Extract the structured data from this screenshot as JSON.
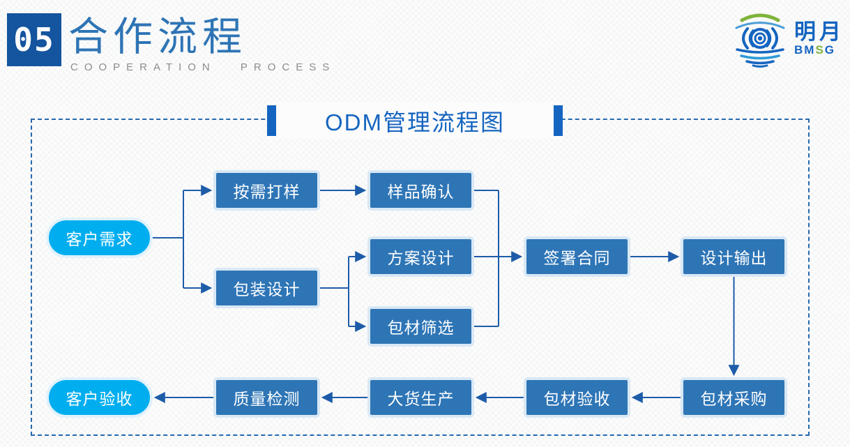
{
  "header": {
    "section_number": "05",
    "title": "合作流程",
    "subtitle": "COOPERATION PROCESS"
  },
  "logo": {
    "name": "明月",
    "abbr_bm": "BM",
    "abbr_s": "S",
    "abbr_g": "G"
  },
  "diagram": {
    "title": "ODM管理流程图",
    "nodes": [
      {
        "id": "customer-demand",
        "label": "客户需求",
        "shape": "pill"
      },
      {
        "id": "sample-on-demand",
        "label": "按需打样",
        "shape": "rect"
      },
      {
        "id": "sample-confirmation",
        "label": "样品确认",
        "shape": "rect"
      },
      {
        "id": "packaging-design",
        "label": "包装设计",
        "shape": "rect"
      },
      {
        "id": "scheme-design",
        "label": "方案设计",
        "shape": "rect"
      },
      {
        "id": "material-screening",
        "label": "包材筛选",
        "shape": "rect"
      },
      {
        "id": "contract-signing",
        "label": "签署合同",
        "shape": "rect"
      },
      {
        "id": "design-output",
        "label": "设计输出",
        "shape": "rect"
      },
      {
        "id": "material-purchasing",
        "label": "包材采购",
        "shape": "rect"
      },
      {
        "id": "material-acceptance",
        "label": "包材验收",
        "shape": "rect"
      },
      {
        "id": "bulk-production",
        "label": "大货生产",
        "shape": "rect"
      },
      {
        "id": "quality-inspection",
        "label": "质量检测",
        "shape": "rect"
      },
      {
        "id": "customer-acceptance",
        "label": "客户验收",
        "shape": "pill"
      }
    ],
    "edges": [
      {
        "from": "customer-demand",
        "to": "sample-on-demand"
      },
      {
        "from": "customer-demand",
        "to": "packaging-design"
      },
      {
        "from": "sample-on-demand",
        "to": "sample-confirmation"
      },
      {
        "from": "packaging-design",
        "to": "scheme-design"
      },
      {
        "from": "packaging-design",
        "to": "material-screening"
      },
      {
        "from": "sample-confirmation",
        "to": "contract-signing"
      },
      {
        "from": "scheme-design",
        "to": "contract-signing"
      },
      {
        "from": "material-screening",
        "to": "contract-signing"
      },
      {
        "from": "contract-signing",
        "to": "design-output"
      },
      {
        "from": "design-output",
        "to": "material-purchasing"
      },
      {
        "from": "material-purchasing",
        "to": "material-acceptance"
      },
      {
        "from": "material-acceptance",
        "to": "bulk-production"
      },
      {
        "from": "bulk-production",
        "to": "quality-inspection"
      },
      {
        "from": "quality-inspection",
        "to": "customer-acceptance"
      }
    ]
  },
  "colors": {
    "node_fill": "#2E75B6",
    "node_halo": "#D9E8F5",
    "pill_fill": "#00AEEF",
    "connector": "#1D5CA8",
    "dashed_border": "#2569AE",
    "accent_blue": "#1565C0",
    "header_badge": "#15549E",
    "header_title": "#2E74B5",
    "subtitle_gray": "#8C8C8C",
    "logo_green": "#7FB43C"
  }
}
